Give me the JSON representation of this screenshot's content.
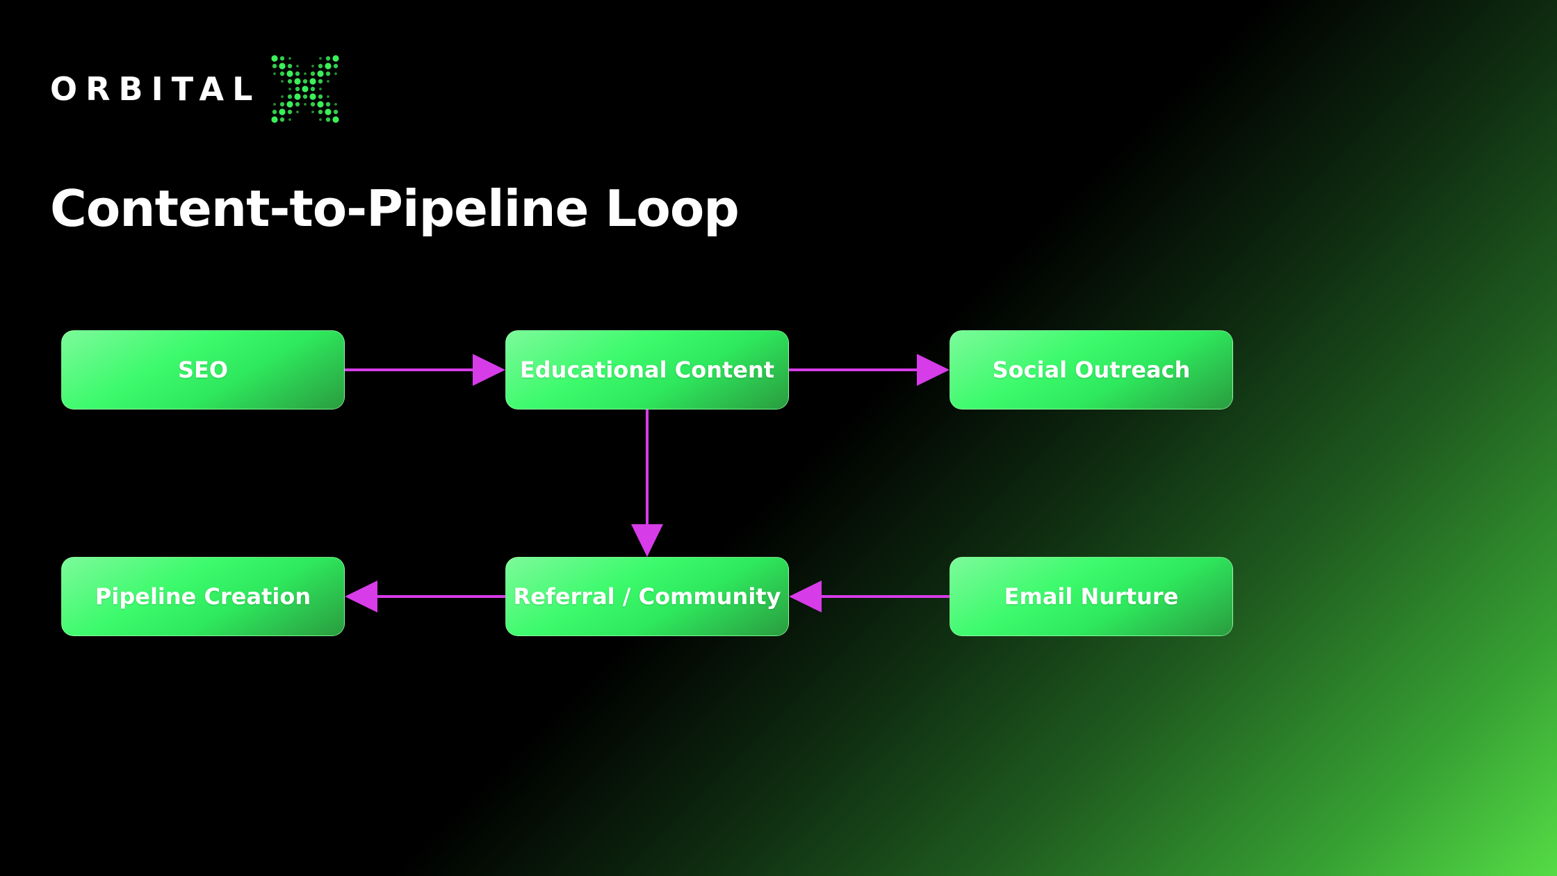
{
  "brand": {
    "name": "ORBITAL",
    "mark_icon": "x-dot-grid-icon",
    "mark_color": "#3cf05a"
  },
  "title": "Content-to-Pipeline Loop",
  "diagram": {
    "nodes": [
      {
        "id": "seo",
        "label": "SEO"
      },
      {
        "id": "educational-content",
        "label": "Educational Content"
      },
      {
        "id": "social-outreach",
        "label": "Social Outreach"
      },
      {
        "id": "pipeline-creation",
        "label": "Pipeline Creation"
      },
      {
        "id": "referral-community",
        "label": "Referral / Community"
      },
      {
        "id": "email-nurture",
        "label": "Email Nurture"
      }
    ],
    "edges": [
      {
        "from": "seo",
        "to": "educational-content"
      },
      {
        "from": "educational-content",
        "to": "social-outreach"
      },
      {
        "from": "educational-content",
        "to": "referral-community"
      },
      {
        "from": "email-nurture",
        "to": "referral-community"
      },
      {
        "from": "referral-community",
        "to": "pipeline-creation"
      }
    ],
    "colors": {
      "node_fill": "#33f566",
      "arrow": "#d63ce8",
      "text": "#ffffff"
    }
  }
}
